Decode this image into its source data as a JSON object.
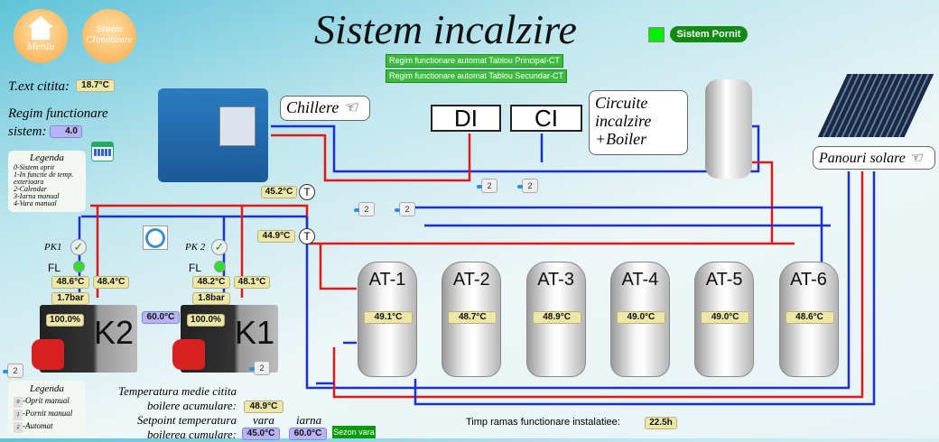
{
  "header": {
    "title": "Sistem incalzire",
    "status": "Sistem Pornit",
    "status_color": "#00ee00",
    "mode_principal": "Regim functionare automat Tablou Principal-CT",
    "mode_secundar": "Regim functionare automat Tablou Secundar-CT"
  },
  "nav": {
    "menu": "Meniu",
    "clima": "Sistem Climatizare"
  },
  "left": {
    "text_label": "T.ext citita:",
    "text_value": "18.7°C",
    "regim_label": "Regim functionare sistem:",
    "regim_value": "4.0",
    "legend_title": "Legenda",
    "legend": [
      "0-Sistem oprit",
      "1-In functie de temp. exterioara",
      "2-Calendar",
      "3-Iarna manual",
      "4-Vara manual"
    ]
  },
  "labels": {
    "chillere": "Chillere",
    "di": "DI",
    "ci": "CI",
    "circuite": "Circuite incalzire +Boiler",
    "panouri": "Panouri solare"
  },
  "temps": {
    "t1": "45.2°C",
    "t2": "44.9°C",
    "tsym": "T"
  },
  "pumps": [
    "2",
    "2",
    "2",
    "2",
    "2",
    "2"
  ],
  "boilers": [
    {
      "pk": "PK1",
      "fl": "FL",
      "tin": "48.6°C",
      "tout": "48.4°C",
      "pressure": "1.7bar",
      "load": "100.0%",
      "name": "K2"
    },
    {
      "pk": "PK 2",
      "fl": "FL",
      "tin": "48.2°C",
      "tout": "48.1°C",
      "pressure": "1.8bar",
      "load": "100.0%",
      "name": "K1"
    }
  ],
  "boiler_setpoint": "60.0°C",
  "tanks": [
    {
      "name": "AT-1",
      "temp": "49.1°C"
    },
    {
      "name": "AT-2",
      "temp": "48.7°C"
    },
    {
      "name": "AT-3",
      "temp": "48.9°C"
    },
    {
      "name": "AT-4",
      "temp": "49.0°C"
    },
    {
      "name": "AT-5",
      "temp": "49.0°C"
    },
    {
      "name": "AT-6",
      "temp": "48.6°C"
    }
  ],
  "bottom": {
    "legend_title": "Legenda",
    "legend": [
      "-Oprit manual",
      "-Pornit manual",
      "-Automat"
    ],
    "legend_icons": [
      "0",
      "1",
      "2"
    ],
    "avg_label1": "Temperatura medie citita",
    "avg_label2": "boilere acumulare:",
    "avg_value": "48.9°C",
    "sp_label1": "Setpoint temperatura",
    "sp_label2": "boilerea cumulare:",
    "vara": "vara",
    "iarna": "iarna",
    "sp_vara": "45.0°C",
    "sp_iarna": "60.0°C",
    "season": "Sezon vara",
    "timp_label": "Timp ramas functionare instalatiee:",
    "timp_value": "22.5h"
  }
}
